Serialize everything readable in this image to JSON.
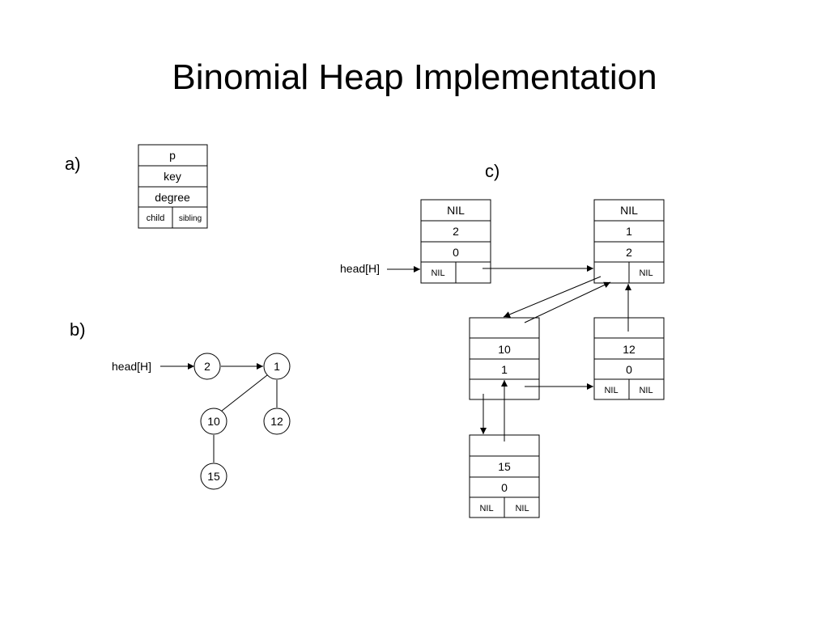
{
  "title": "Binomial Heap Implementation",
  "labels": {
    "a": "a)",
    "b": "b)",
    "c": "c)"
  },
  "legend_node": {
    "p": "p",
    "key": "key",
    "degree": "degree",
    "child": "child",
    "sibling": "sibling"
  },
  "tree": {
    "head": "head[H]",
    "nodes": [
      "2",
      "1",
      "10",
      "12",
      "15"
    ]
  },
  "structure": {
    "head": "head[H]",
    "node_2": {
      "p": "NIL",
      "key": "2",
      "degree": "0",
      "child": "NIL",
      "sibling": ""
    },
    "node_1": {
      "p": "NIL",
      "key": "1",
      "degree": "2",
      "child": "",
      "sibling": "NIL"
    },
    "node_10": {
      "p": "",
      "key": "10",
      "degree": "1",
      "child": "",
      "sibling": ""
    },
    "node_12": {
      "p": "",
      "key": "12",
      "degree": "0",
      "child": "NIL",
      "sibling": "NIL"
    },
    "node_15": {
      "p": "",
      "key": "15",
      "degree": "0",
      "child": "NIL",
      "sibling": "NIL"
    }
  }
}
